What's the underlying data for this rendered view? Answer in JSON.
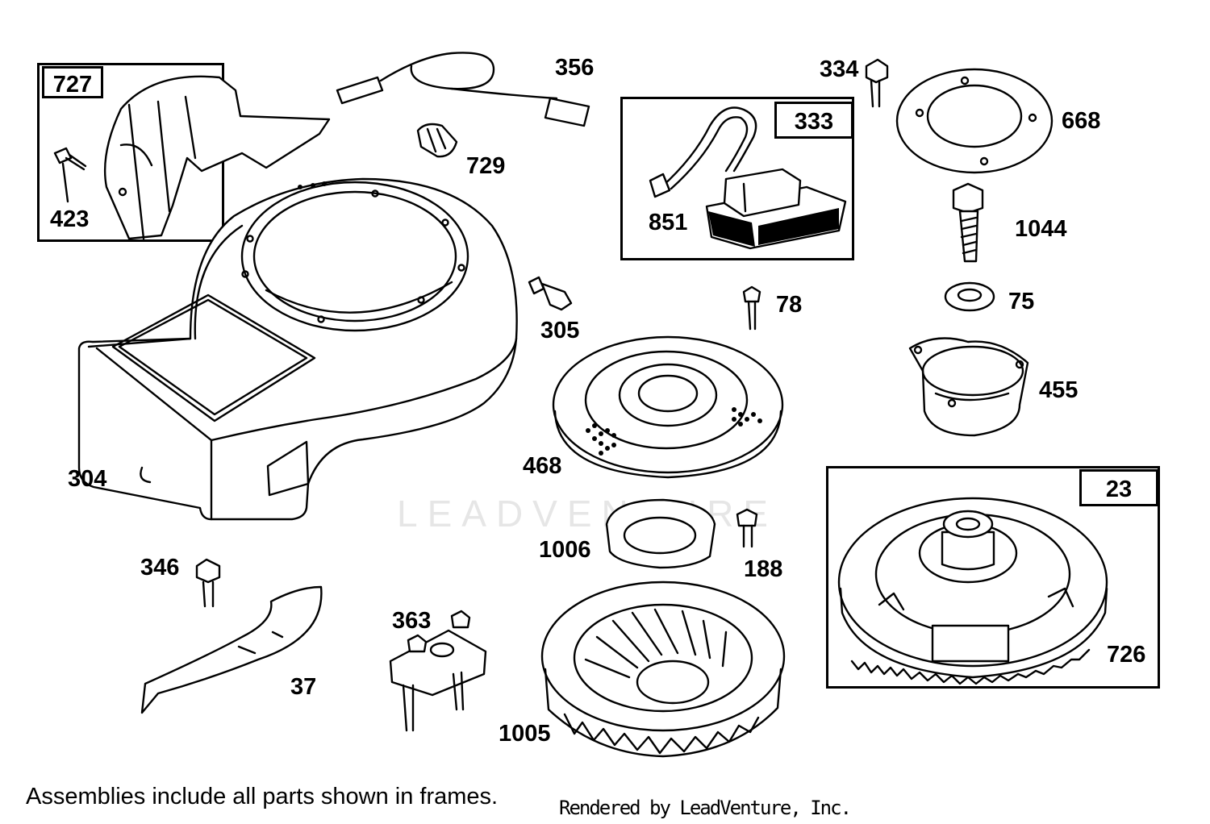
{
  "watermark": "LEADVENTURE",
  "footnote": "Assemblies include all parts shown in frames.",
  "credit": "Rendered by LeadVenture, Inc.",
  "callouts": {
    "p727": "727",
    "p423": "423",
    "p356": "356",
    "p729": "729",
    "p334": "334",
    "p668": "668",
    "p333": "333",
    "p851": "851",
    "p1044": "1044",
    "p75": "75",
    "p78": "78",
    "p305": "305",
    "p455": "455",
    "p468": "468",
    "p304": "304",
    "p23": "23",
    "p1006": "1006",
    "p188": "188",
    "p346": "346",
    "p363": "363",
    "p37": "37",
    "p726": "726",
    "p1005": "1005"
  }
}
